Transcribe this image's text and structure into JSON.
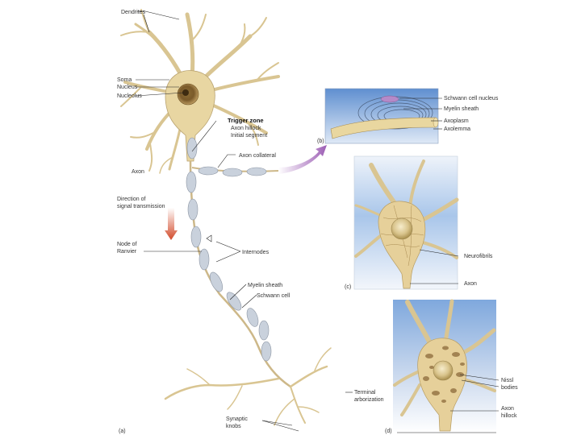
{
  "labels": {
    "dendrites": "Dendrites",
    "soma": "Soma",
    "nucleus": "Nucleus",
    "nucleolus": "Nucleolus",
    "trigger_zone": "Trigger zone",
    "axon_hillock": "Axon hillock",
    "initial_segment": "Initial segment",
    "axon_collateral": "Axon collateral",
    "axon": "Axon",
    "direction_line1": "Direction of",
    "direction_line2": "signal transmission",
    "node_line1": "Node of",
    "node_line2": "Ranvier",
    "internodes": "Internodes",
    "myelin_sheath": "Myelin sheath",
    "schwann_cell": "Schwann cell",
    "terminal_line1": "Terminal",
    "terminal_line2": "arborization",
    "synaptic_line1": "Synaptic",
    "synaptic_line2": "knobs",
    "panel_a": "(a)"
  },
  "panel_b": {
    "tag": "(b)",
    "schwann_nucleus": "Schwann cell nucleus",
    "myelin_sheath": "Myelin sheath",
    "axoplasm": "Axoplasm",
    "axolemma": "Axolemma"
  },
  "panel_c": {
    "tag": "(c)",
    "neurofibrils": "Neurofibrils",
    "axon": "Axon"
  },
  "panel_d": {
    "tag": "(d)",
    "nissl_line1": "Nissl",
    "nissl_line2": "bodies",
    "hillock_line1": "Axon",
    "hillock_line2": "hillock"
  },
  "colors": {
    "cell_body": "#e8d6a2",
    "myelin": "#c9d1dc",
    "arrow_collateral": "#b070c0",
    "arrow_direction": "#d24a2a",
    "panel_sky": "#6f9fd8"
  }
}
